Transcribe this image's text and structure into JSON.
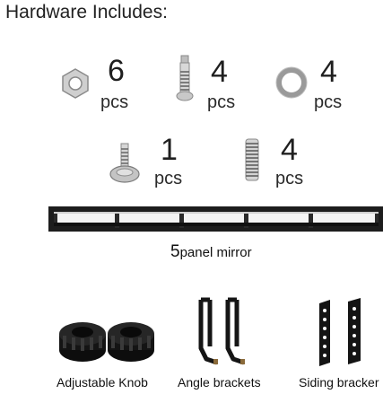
{
  "title": "Hardware Includes:",
  "hardware": [
    {
      "icon": "hex-nut-icon",
      "count": "6",
      "unit": "pcs"
    },
    {
      "icon": "bolt-icon",
      "count": "4",
      "unit": "pcs"
    },
    {
      "icon": "washer-icon",
      "count": "4",
      "unit": "pcs"
    },
    {
      "icon": "knob-screw-icon",
      "count": "1",
      "unit": "pcs"
    },
    {
      "icon": "threaded-stud-icon",
      "count": "4",
      "unit": "pcs"
    }
  ],
  "mirror": {
    "prefix": "5",
    "label": "panel mirror"
  },
  "parts": [
    {
      "icon": "adjustable-knob-icon",
      "label": "Adjustable Knob"
    },
    {
      "icon": "angle-bracket-icon",
      "label": "Angle brackets"
    },
    {
      "icon": "siding-bracket-icon",
      "label": "Siding bracker"
    }
  ]
}
